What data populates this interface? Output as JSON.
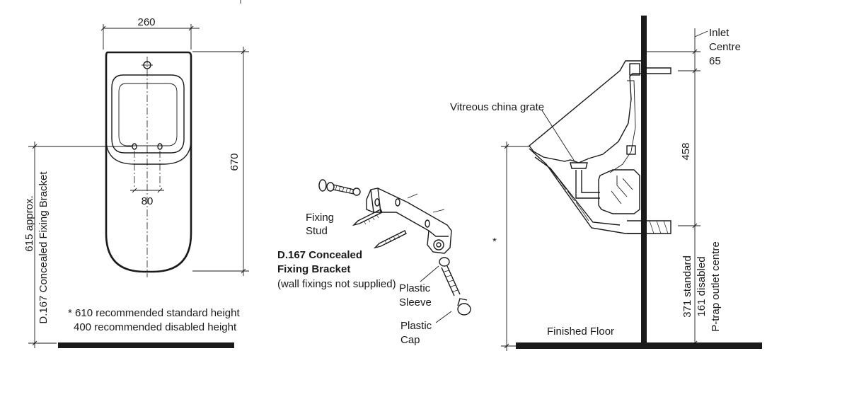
{
  "front_view": {
    "width_dim": "260",
    "height_dim": "670",
    "spacing_dim": "80",
    "bracket_height_line1": "615 approx.",
    "bracket_height_line2": "D.167 Concealed Fixing Bracket",
    "note_line1": "* 610 recommended standard height",
    "note_line2": "400 recommended disabled height"
  },
  "bracket_detail": {
    "fixing_stud_line1": "Fixing",
    "fixing_stud_line2": "Stud",
    "title_line1": "D.167 Concealed",
    "title_line2": "Fixing Bracket",
    "subtitle": "(wall fixings not supplied)",
    "sleeve_line1": "Plastic",
    "sleeve_line2": "Sleeve",
    "cap_line1": "Plastic",
    "cap_line2": "Cap"
  },
  "side_view": {
    "grate_label": "Vitreous china grate",
    "inlet_line1": "Inlet",
    "inlet_line2": "Centre",
    "inlet_value": "65",
    "trap_height_dim": "458",
    "outlet_line1": "371 standard",
    "outlet_line2": "161 disabled",
    "outlet_line3": "P-trap outlet centre",
    "floor_label": "Finished Floor",
    "height_marker": "*"
  }
}
